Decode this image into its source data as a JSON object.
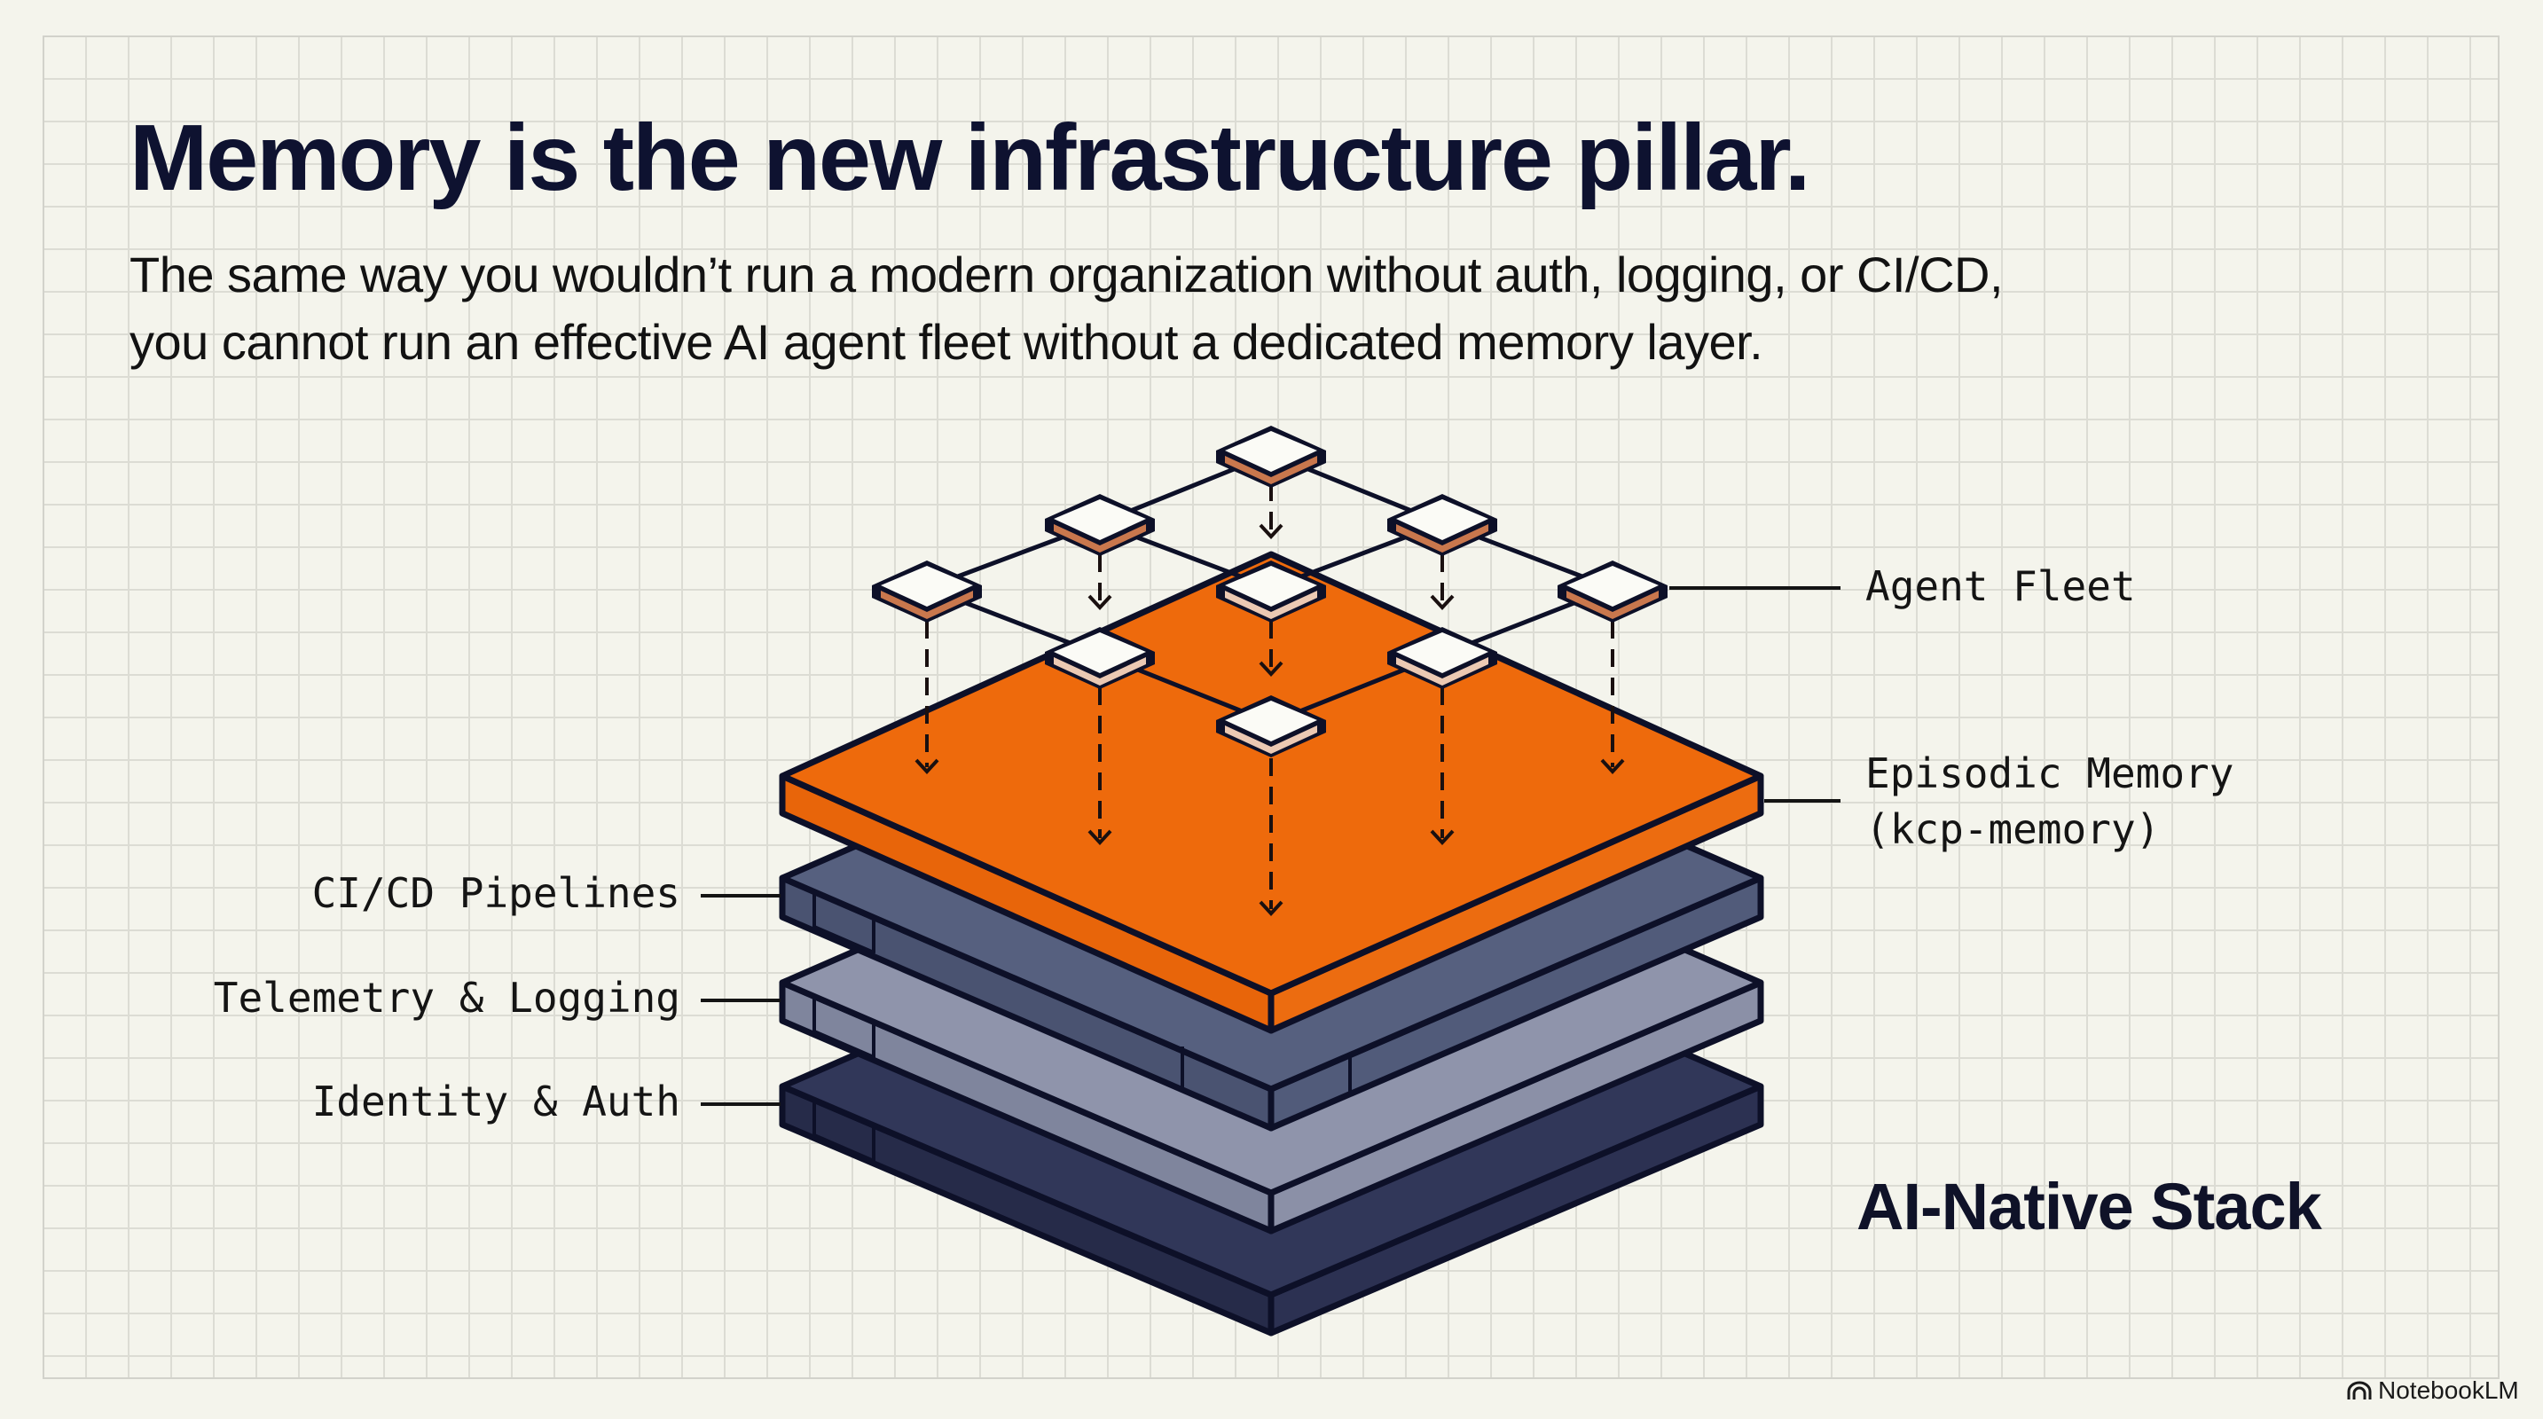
{
  "slide": {
    "title": "Memory is the new infrastructure pillar.",
    "subtitle_line1": "The same way you wouldn’t run a modern organization without auth, logging, or CI/CD,",
    "subtitle_line2": "you cannot run an effective AI agent fleet without a dedicated memory layer."
  },
  "diagram": {
    "stack_title": "AI-Native Stack",
    "layers": [
      {
        "name": "Agent Fleet",
        "side": "right"
      },
      {
        "name": "Episodic Memory",
        "sub": "(kcp-memory)",
        "side": "right",
        "color": "#ee6a0c"
      },
      {
        "name": "CI/CD Pipelines",
        "side": "left",
        "color": "#515b7a"
      },
      {
        "name": "Telemetry & Logging",
        "side": "left",
        "color": "#8b90a7"
      },
      {
        "name": "Identity & Auth",
        "side": "left",
        "color": "#2c3152"
      }
    ],
    "agent_node_count": 9,
    "colors": {
      "background": "#f4f4ec",
      "grid": "#dcdcd4",
      "outline": "#0d1028",
      "orange": "#ee6a0c",
      "node_side_back": "#c9774d",
      "node_side_front": "#ebc9b3"
    }
  },
  "brand": {
    "name": "NotebookLM",
    "icon": "notebooklm-logo-icon"
  }
}
